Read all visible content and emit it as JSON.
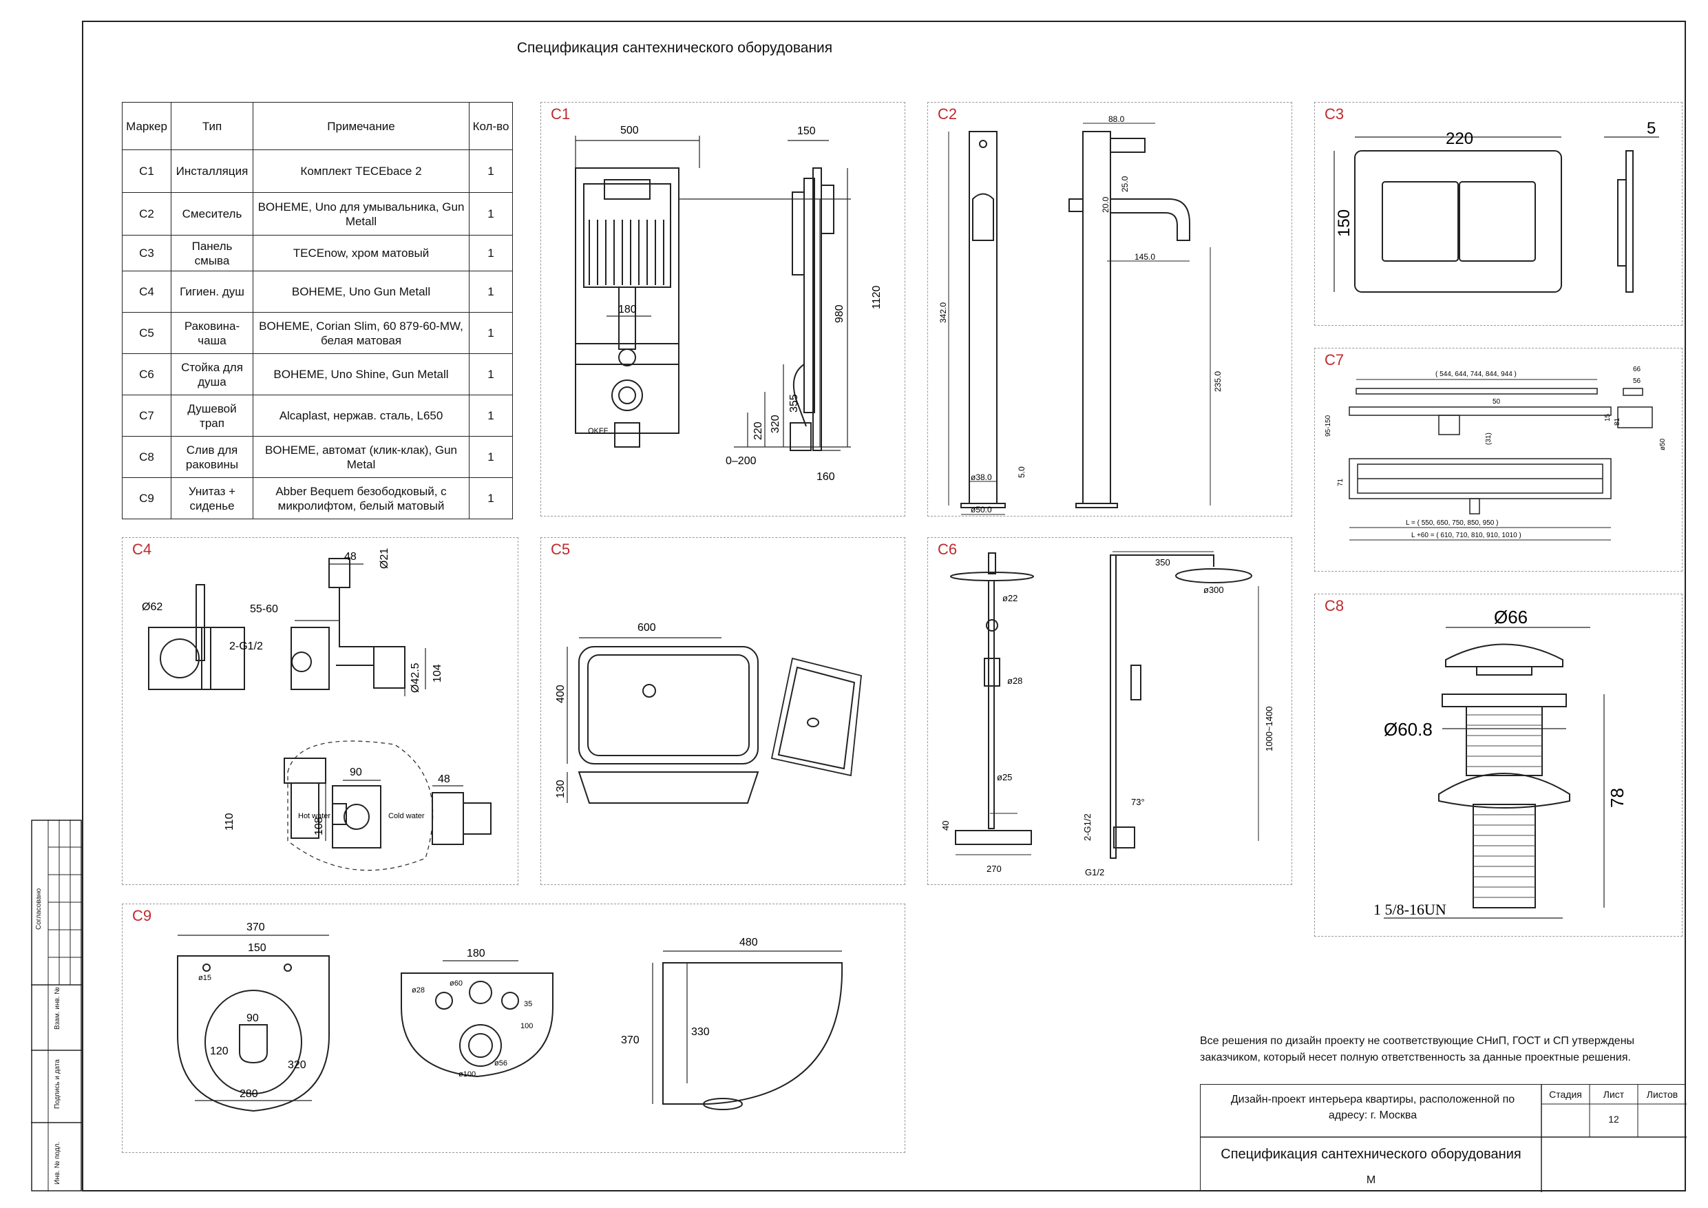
{
  "title": "Спецификация сантехнического оборудования",
  "table": {
    "headers": [
      "Маркер",
      "Тип",
      "Примечание",
      "Кол-во"
    ],
    "rows": [
      {
        "marker": "C1",
        "type": "Инсталляция",
        "note": "Комплект TECEbace 2",
        "qty": "1"
      },
      {
        "marker": "C2",
        "type": "Смеситель",
        "note": "BOHEME, Uno для умывальника, Gun Metall",
        "qty": "1"
      },
      {
        "marker": "C3",
        "type": "Панель смыва",
        "note": "TECEnow, хром матовый",
        "qty": "1"
      },
      {
        "marker": "C4",
        "type": "Гигиен. душ",
        "note": "BOHEME, Uno Gun Metall",
        "qty": "1"
      },
      {
        "marker": "C5",
        "type": "Раковина-чаша",
        "note": "BOHEME, Corian Slim, 60 879-60-MW, белая матовая",
        "qty": "1"
      },
      {
        "marker": "C6",
        "type": "Стойка для душа",
        "note": "BOHEME, Uno Shine, Gun Metall",
        "qty": "1"
      },
      {
        "marker": "C7",
        "type": "Душевой трап",
        "note": "Alcaplast, нержав. сталь, L650",
        "qty": "1"
      },
      {
        "marker": "C8",
        "type": "Слив для раковины",
        "note": "BOHEME, автомат (клик-клак), Gun Metal",
        "qty": "1"
      },
      {
        "marker": "C9",
        "type": "Унитаз + сиденье",
        "note": "Abber Bequem безободковый, с микролифтом, белый матовый",
        "qty": "1"
      }
    ]
  },
  "panels": {
    "c1": {
      "label": "C1",
      "dims": [
        "500",
        "150",
        "1120",
        "980",
        "180",
        "355",
        "320",
        "220",
        "0–200",
        "160",
        "OKFF"
      ]
    },
    "c2": {
      "label": "C2",
      "dims": [
        "88.0",
        "25.0",
        "20.0",
        "145.0",
        "342.0",
        "235.0",
        "ø38.0",
        "ø50.0",
        "5.0"
      ]
    },
    "c3": {
      "label": "C3",
      "dims": [
        "220",
        "5",
        "150"
      ]
    },
    "c4": {
      "label": "C4",
      "dims": [
        "48",
        "Ø21",
        "Ø62",
        "55-60",
        "2-G1/2",
        "104",
        "Ø42.5",
        "110",
        "90",
        "48",
        "108",
        "Hot water",
        "Cold water"
      ]
    },
    "c5": {
      "label": "C5",
      "dims": [
        "600",
        "400",
        "130"
      ]
    },
    "c6": {
      "label": "C6",
      "dims": [
        "350",
        "ø300",
        "ø22",
        "ø28",
        "ø25",
        "1000~1400",
        "40",
        "73°",
        "2-G1/2",
        "270",
        "G1/2"
      ]
    },
    "c7": {
      "label": "C7",
      "dims": [
        "( 544, 644, 744, 844, 944 )",
        "66",
        "56",
        "50",
        "95-150",
        "81",
        "15",
        "(31)",
        "71",
        "ø50",
        "L = ( 550, 650, 750, 850, 950 )",
        "L +60 = ( 610, 710, 810, 910, 1010 )"
      ]
    },
    "c8": {
      "label": "C8",
      "dims": [
        "Ø66",
        "Ø60.8",
        "78",
        "1 5/8-16UN"
      ]
    },
    "c9": {
      "label": "C9",
      "dims": [
        "370",
        "150",
        "ø15",
        "90",
        "120",
        "320",
        "280",
        "180",
        "ø28",
        "ø60",
        "35",
        "100",
        "ø100",
        "ø56",
        "480",
        "370",
        "330"
      ]
    }
  },
  "disclaimer": "Все решения по дизайн проекту не соответствующие СНиП, ГОСТ и СП утверждены заказчиком, который несет полную ответственность за данные проектные решения.",
  "stamp": {
    "project": "Дизайн-проект интерьера квартиры, расположенной по адресу: г. Москва",
    "stage_label": "Стадия",
    "sheet_label": "Лист",
    "sheets_label": "Листов",
    "sheet_value": "12",
    "sheet_title": "Спецификация сантехнического оборудования",
    "scale": "М"
  },
  "side_stamp": [
    "Согласовано",
    "Взам. инв. №",
    "Подпись и дата",
    "Инв. № подл."
  ]
}
